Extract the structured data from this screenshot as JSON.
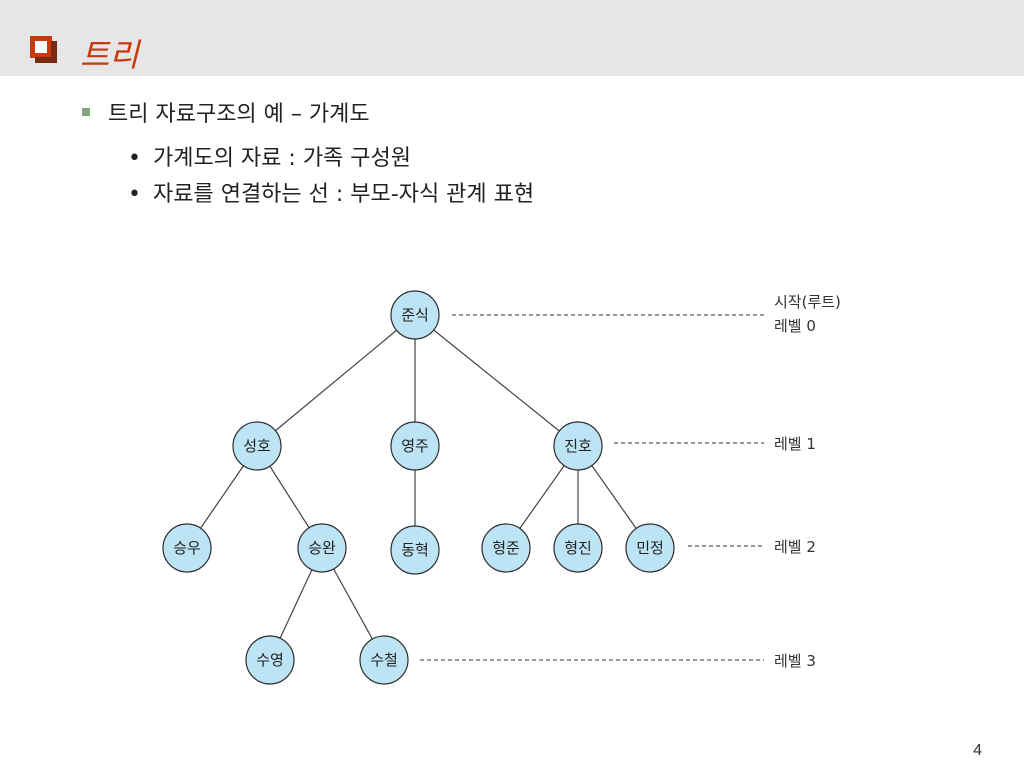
{
  "slide": {
    "title": "트리",
    "bullet": "트리 자료구조의 예 – 가계도",
    "subbullets": [
      "가계도의 자료 : 가족 구성원",
      "자료를 연결하는 선 : 부모-자식 관계 표현"
    ],
    "page_number": "4"
  },
  "tree": {
    "nodes": {
      "junsik": "준식",
      "seongho": "성호",
      "yeongju": "영주",
      "jinho": "진호",
      "seungwoo": "승우",
      "seungwan": "승완",
      "donghyeok": "동혁",
      "hyeongjun": "형준",
      "hyeongjin": "형진",
      "minjeong": "민정",
      "suyeong": "수영",
      "sucheol": "수철"
    },
    "level_labels": {
      "root_title": "시작(루트)",
      "level0": "레벨 0",
      "level1": "레벨 1",
      "level2": "레벨 2",
      "level3": "레벨 3"
    },
    "colors": {
      "node_fill": "#bde4f4",
      "title_accent": "#c8380a"
    }
  }
}
